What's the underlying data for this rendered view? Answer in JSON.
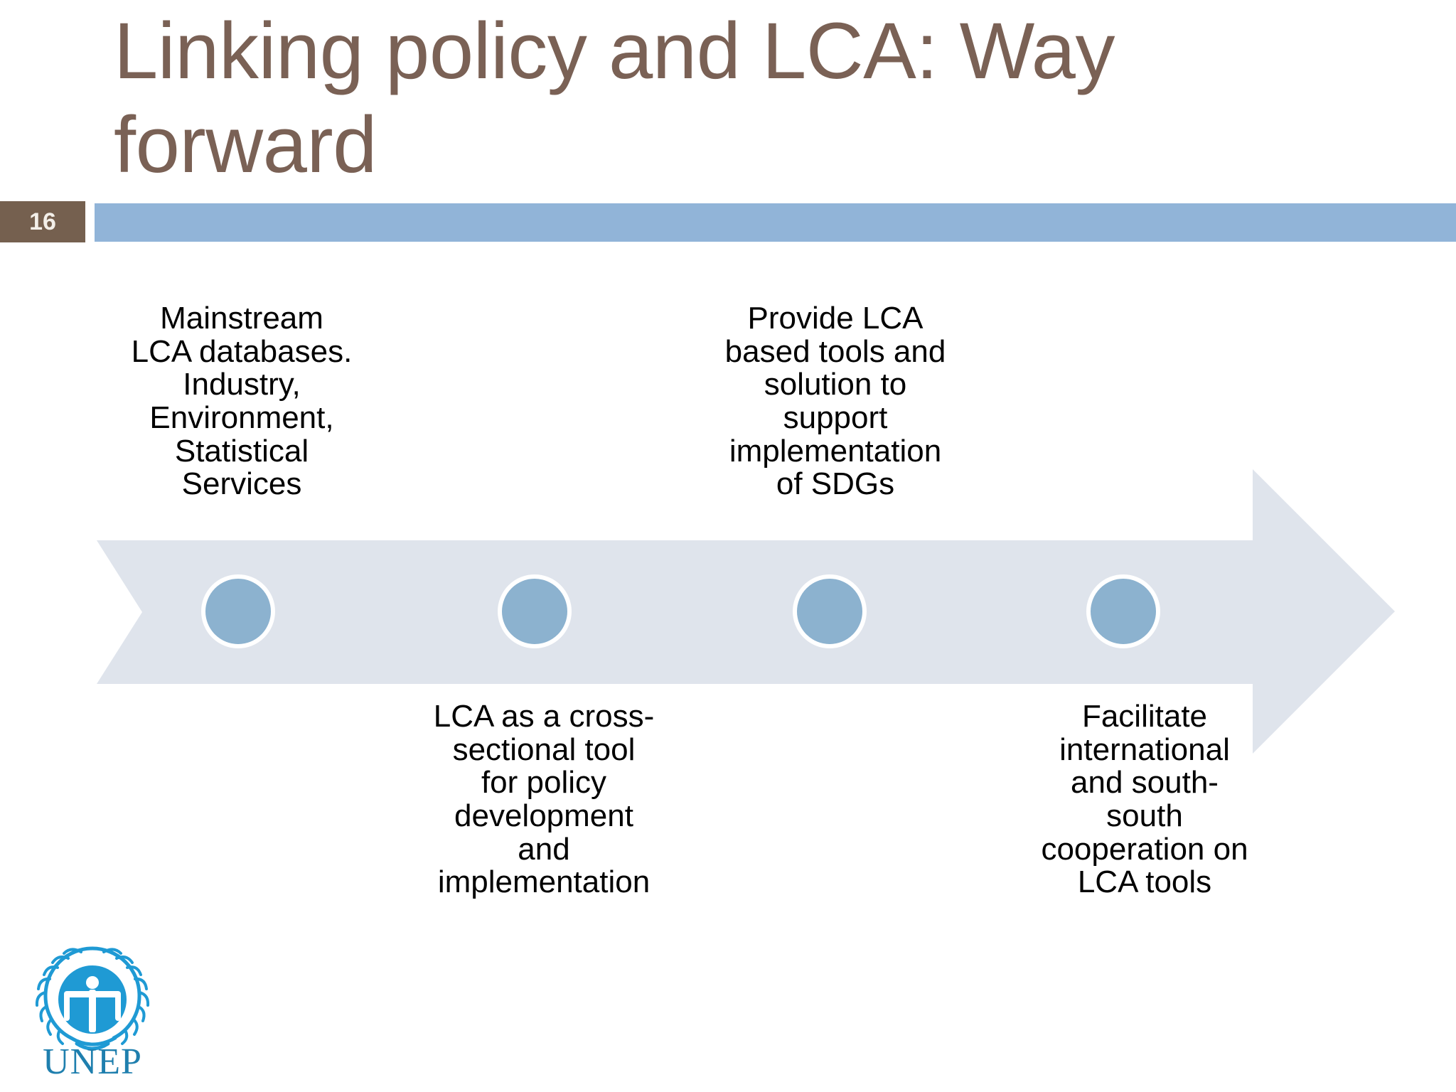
{
  "slide": {
    "title": "Linking policy and LCA: Way forward",
    "page_number": "16",
    "colors": {
      "title_text": "#7a6155",
      "badge_background": "#75604f",
      "badge_text": "#f3efe9",
      "header_bar": "#91b4d8",
      "arrow_fill": "#dfe4ec",
      "milestone_fill": "#8cb2cf",
      "milestone_border": "#ffffff",
      "body_text": "#000000",
      "logo_blue": "#1a9ad7"
    }
  },
  "diagram": {
    "type": "process-arrow",
    "direction": "left-to-right",
    "milestone_count": 4,
    "milestones": [
      {
        "index": 1,
        "position": "above",
        "label": "Mainstream\nLCA databases.\nIndustry,\nEnvironment,\nStatistical\nServices"
      },
      {
        "index": 2,
        "position": "below",
        "label": "LCA as a cross-\nsectional tool\nfor policy\ndevelopment\nand\nimplementation"
      },
      {
        "index": 3,
        "position": "above",
        "label": "Provide LCA\nbased tools and\nsolution to\nsupport\nimplementation\nof SDGs"
      },
      {
        "index": 4,
        "position": "below",
        "label": "Facilitate\ninternational\nand south-\nsouth\ncooperation on\nLCA tools"
      }
    ]
  },
  "logo": {
    "name": "unep-logo",
    "wordmark": "UNEP"
  }
}
